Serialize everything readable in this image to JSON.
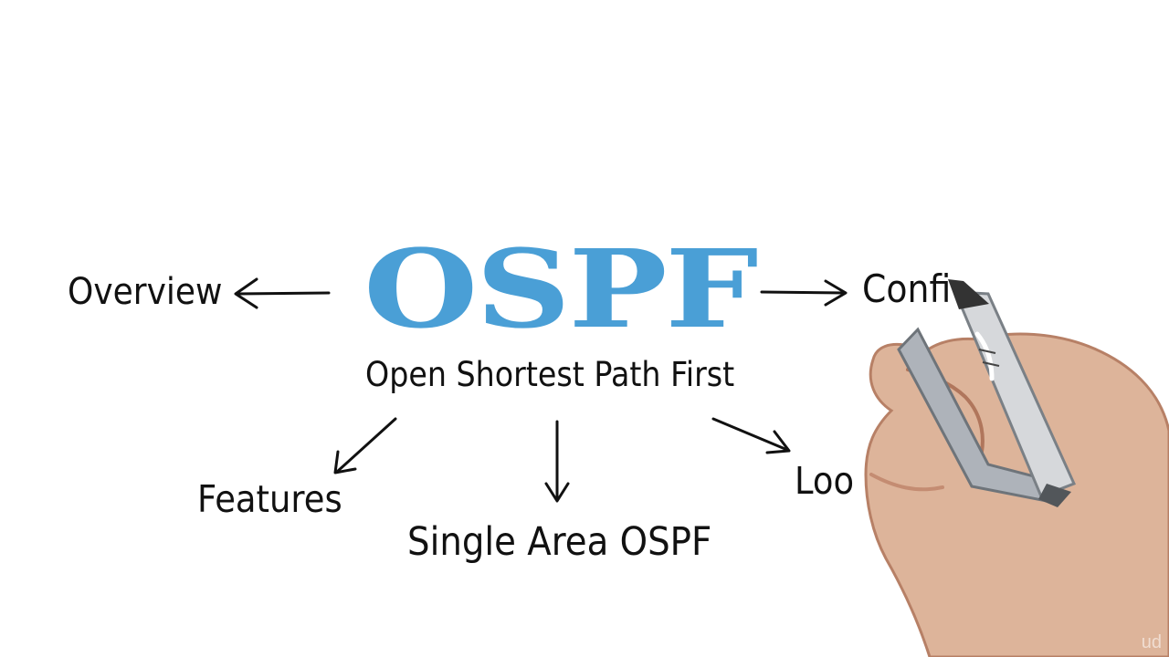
{
  "diagram": {
    "title": "OSPF",
    "subtitle": "Open Shortest Path First",
    "nodes": {
      "overview": "Overview",
      "features": "Features",
      "single_area": "Single Area OSPF",
      "config": "Confi",
      "loop": "Loo"
    },
    "arrow_icon": "arrow-icon",
    "hand_icon": "hand-with-marker-icon"
  },
  "watermark": "ud",
  "colors": {
    "title": "#4a9fd6",
    "text": "#111111",
    "background": "#ffffff"
  }
}
